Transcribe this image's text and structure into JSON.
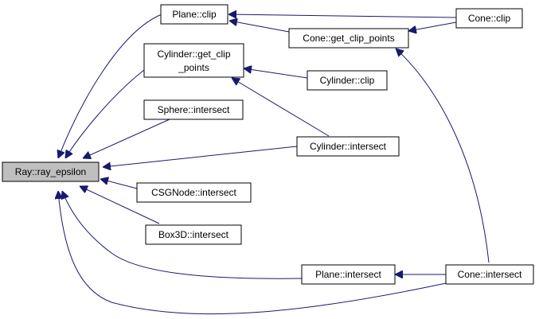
{
  "graph": {
    "colors": {
      "edge": "#191970",
      "node_fill": "#ffffff",
      "root_fill": "#bfbfbf",
      "border": "#000000"
    },
    "nodes": {
      "root": "Ray::ray_epsilon",
      "plane_clip": "Plane::clip",
      "cone_clip": "Cone::clip",
      "cone_get_clip_points": "Cone::get_clip_points",
      "cylinder_get_clip_points_line1": "Cylinder::get_clip",
      "cylinder_get_clip_points_line2": "_points",
      "cylinder_clip": "Cylinder::clip",
      "sphere_intersect": "Sphere::intersect",
      "cylinder_intersect": "Cylinder::intersect",
      "csgnode_intersect": "CSGNode::intersect",
      "box3d_intersect": "Box3D::intersect",
      "plane_intersect": "Plane::intersect",
      "cone_intersect": "Cone::intersect"
    }
  }
}
